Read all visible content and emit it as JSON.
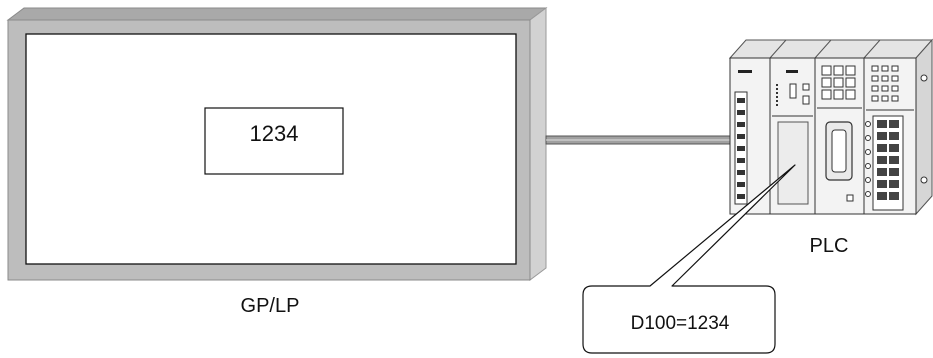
{
  "panel": {
    "display_value": "1234",
    "label": "GP/LP"
  },
  "plc": {
    "label": "PLC"
  },
  "callout": {
    "text": "D100=1234"
  },
  "colors": {
    "bezel_top": "#a8a8a8",
    "bezel_right": "#cfcfcf",
    "bezel_front": "#bdbdbd",
    "cable": "#9a9a9a",
    "plc_side": "#d4d4d4",
    "plc_top": "#e8e8e8"
  }
}
